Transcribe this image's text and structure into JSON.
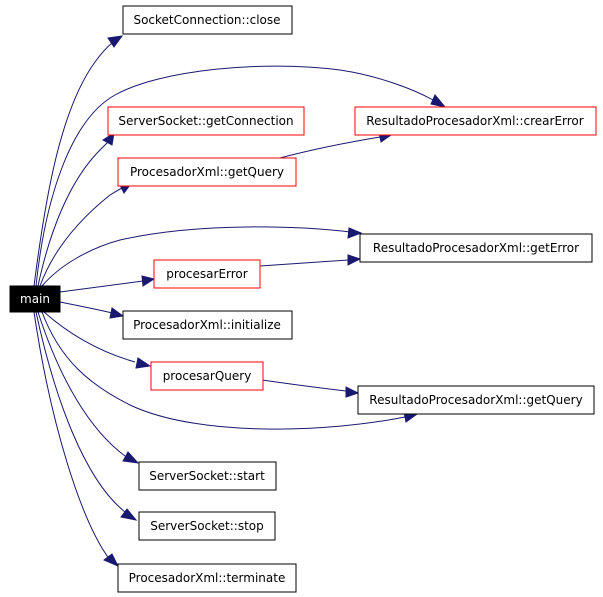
{
  "graph": {
    "root": "main",
    "nodes": {
      "main": "main",
      "socket_close": "SocketConnection::close",
      "server_get_connection": "ServerSocket::getConnection",
      "crear_error": "ResultadoProcesadorXml::crearError",
      "procesador_get_query": "ProcesadorXml::getQuery",
      "result_get_error": "ResultadoProcesadorXml::getError",
      "procesar_error": "procesarError",
      "initialize": "ProcesadorXml::initialize",
      "procesar_query": "procesarQuery",
      "result_get_query": "ResultadoProcesadorXml::getQuery",
      "server_start": "ServerSocket::start",
      "server_stop": "ServerSocket::stop",
      "terminate": "ProcesadorXml::terminate"
    },
    "colors": {
      "root_fill": "#000000",
      "root_text": "#ffffff",
      "node_border_default": "#000000",
      "node_border_linked": "#ff0000",
      "edge": "#191970"
    }
  }
}
